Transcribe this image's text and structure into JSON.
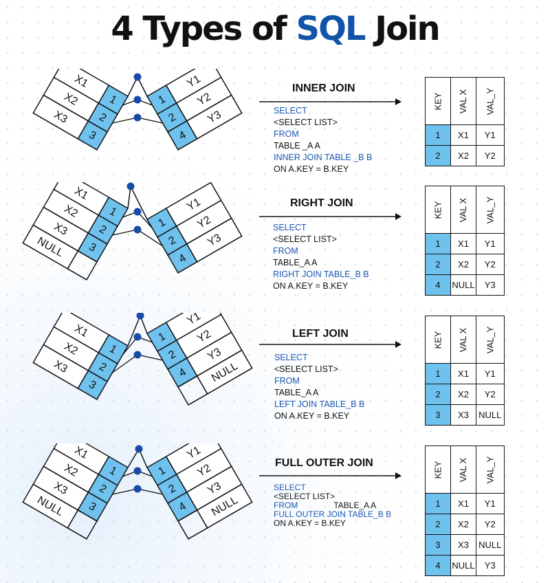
{
  "title": {
    "prefix": "4 Types of ",
    "highlight": "SQL",
    "suffix": " Join"
  },
  "colors": {
    "accent": "#1254a8",
    "key_fill": "#6fc2ee",
    "keyword": "#1a56b0",
    "line": "#111111"
  },
  "columns": [
    "KEY",
    "VAL X",
    "VAL_Y"
  ],
  "joins": [
    {
      "label": "INNER JOIN",
      "sql": [
        {
          "text": "SELECT",
          "kw": true
        },
        {
          "text": "<SELECT LIST>",
          "kw": false
        },
        {
          "text": "FROM",
          "kw": true
        },
        {
          "text": "TABLE _A A",
          "kw": false
        },
        {
          "text": "INNER JOIN TABLE _B B",
          "kw": true
        },
        {
          "text": "ON A.KEY = B.KEY",
          "kw": false
        }
      ],
      "table_a": [
        {
          "val": "X1",
          "key": "1"
        },
        {
          "val": "X2",
          "key": "2"
        },
        {
          "val": "X3",
          "key": "3"
        }
      ],
      "table_b": [
        {
          "key": "1",
          "val": "Y1"
        },
        {
          "key": "2",
          "val": "Y2"
        },
        {
          "key": "4",
          "val": "Y3"
        }
      ],
      "result": [
        [
          "1",
          "X1",
          "Y1"
        ],
        [
          "2",
          "X2",
          "Y2"
        ]
      ]
    },
    {
      "label": "RIGHT JOIN",
      "sql": [
        {
          "text": "SELECT",
          "kw": true
        },
        {
          "text": "<SELECT LIST>",
          "kw": false
        },
        {
          "text": "FROM",
          "kw": true
        },
        {
          "text": "TABLE_A A",
          "kw": false
        },
        {
          "text": "RIGHT JOIN TABLE_B B",
          "kw": true
        },
        {
          "text": "ON A.KEY = B.KEY",
          "kw": false
        }
      ],
      "table_a": [
        {
          "val": "X1",
          "key": "1"
        },
        {
          "val": "X2",
          "key": "2"
        },
        {
          "val": "X3",
          "key": "3"
        },
        {
          "val": "NULL",
          "key": ""
        }
      ],
      "table_b": [
        {
          "key": "1",
          "val": "Y1"
        },
        {
          "key": "2",
          "val": "Y2"
        },
        {
          "key": "4",
          "val": "Y3"
        }
      ],
      "result": [
        [
          "1",
          "X1",
          "Y1"
        ],
        [
          "2",
          "X2",
          "Y2"
        ],
        [
          "4",
          "NULL",
          "Y3"
        ]
      ]
    },
    {
      "label": "LEFT JOIN",
      "sql": [
        {
          "text": "SELECT",
          "kw": true
        },
        {
          "text": "<SELECT LIST>",
          "kw": false
        },
        {
          "text": "FROM",
          "kw": true
        },
        {
          "text": "TABLE_A A",
          "kw": false
        },
        {
          "text": "LEFT JOIN TABLE_B B",
          "kw": true
        },
        {
          "text": "ON A.KEY = B.KEY",
          "kw": false
        }
      ],
      "table_a": [
        {
          "val": "X1",
          "key": "1"
        },
        {
          "val": "X2",
          "key": "2"
        },
        {
          "val": "X3",
          "key": "3"
        }
      ],
      "table_b": [
        {
          "key": "1",
          "val": "Y1"
        },
        {
          "key": "2",
          "val": "Y2"
        },
        {
          "key": "4",
          "val": "Y3"
        },
        {
          "key": "",
          "val": "NULL"
        }
      ],
      "result": [
        [
          "1",
          "X1",
          "Y1"
        ],
        [
          "2",
          "X2",
          "Y2"
        ],
        [
          "3",
          "X3",
          "NULL"
        ]
      ]
    },
    {
      "label": "FULL OUTER JOIN",
      "sql": [
        {
          "text": "SELECT",
          "kw": true
        },
        {
          "text": "<SELECT LIST>",
          "kw": false
        },
        {
          "text": "FROM",
          "kw": true,
          "extra": "TABLE_A A"
        },
        {
          "text": "FULL OUTER JOIN TABLE_B B",
          "kw": true
        },
        {
          "text": "ON A.KEY = B.KEY",
          "kw": false
        }
      ],
      "table_a": [
        {
          "val": "X1",
          "key": "1"
        },
        {
          "val": "X2",
          "key": "2"
        },
        {
          "val": "X3",
          "key": "3"
        },
        {
          "val": "NULL",
          "key": ""
        }
      ],
      "table_b": [
        {
          "key": "1",
          "val": "Y1"
        },
        {
          "key": "2",
          "val": "Y2"
        },
        {
          "key": "4",
          "val": "Y3"
        },
        {
          "key": "",
          "val": "NULL"
        }
      ],
      "result": [
        [
          "1",
          "X1",
          "Y1"
        ],
        [
          "2",
          "X2",
          "Y2"
        ],
        [
          "3",
          "X3",
          "NULL"
        ],
        [
          "4",
          "NULL",
          "Y3"
        ]
      ]
    }
  ]
}
